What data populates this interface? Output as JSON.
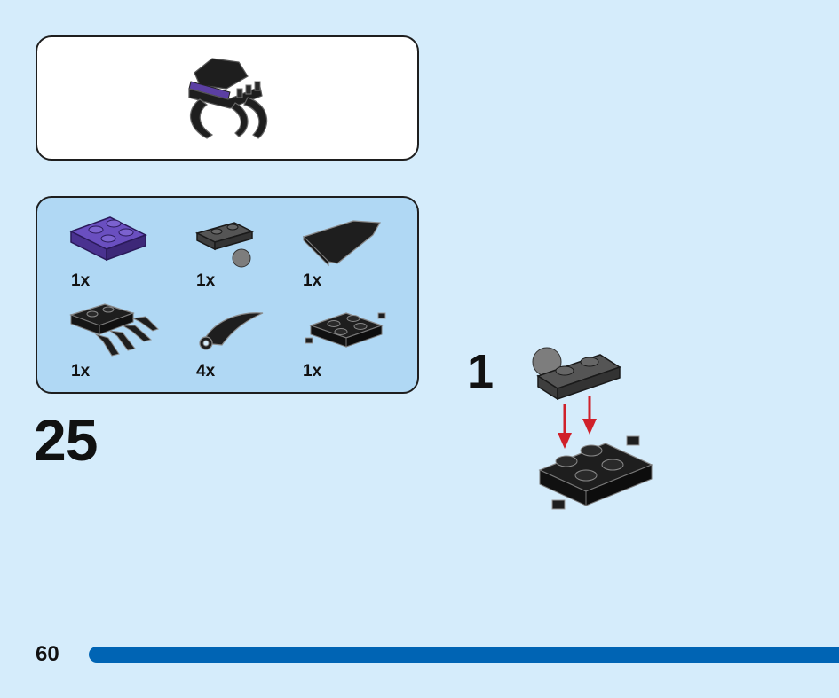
{
  "step": {
    "number": "25",
    "substep": "1"
  },
  "parts": [
    {
      "qty": "1x",
      "icon": "purple-2x2-plate-icon",
      "color": "#5b3fa3"
    },
    {
      "qty": "1x",
      "icon": "plate-with-ball-icon",
      "color": "#4a4a4a"
    },
    {
      "qty": "1x",
      "icon": "wedge-tile-icon",
      "color": "#1e1e1e"
    },
    {
      "qty": "1x",
      "icon": "clip-plate-icon",
      "color": "#1e1e1e"
    },
    {
      "qty": "4x",
      "icon": "claw-icon",
      "color": "#1e1e1e"
    },
    {
      "qty": "1x",
      "icon": "2x2-plate-with-pins-icon",
      "color": "#1e1e1e"
    }
  ],
  "page": {
    "number": "60"
  },
  "colors": {
    "background": "#d5ecfb",
    "parts_panel": "#b0d8f4",
    "progress_bar": "#0064b4",
    "arrow": "#d0202a"
  }
}
